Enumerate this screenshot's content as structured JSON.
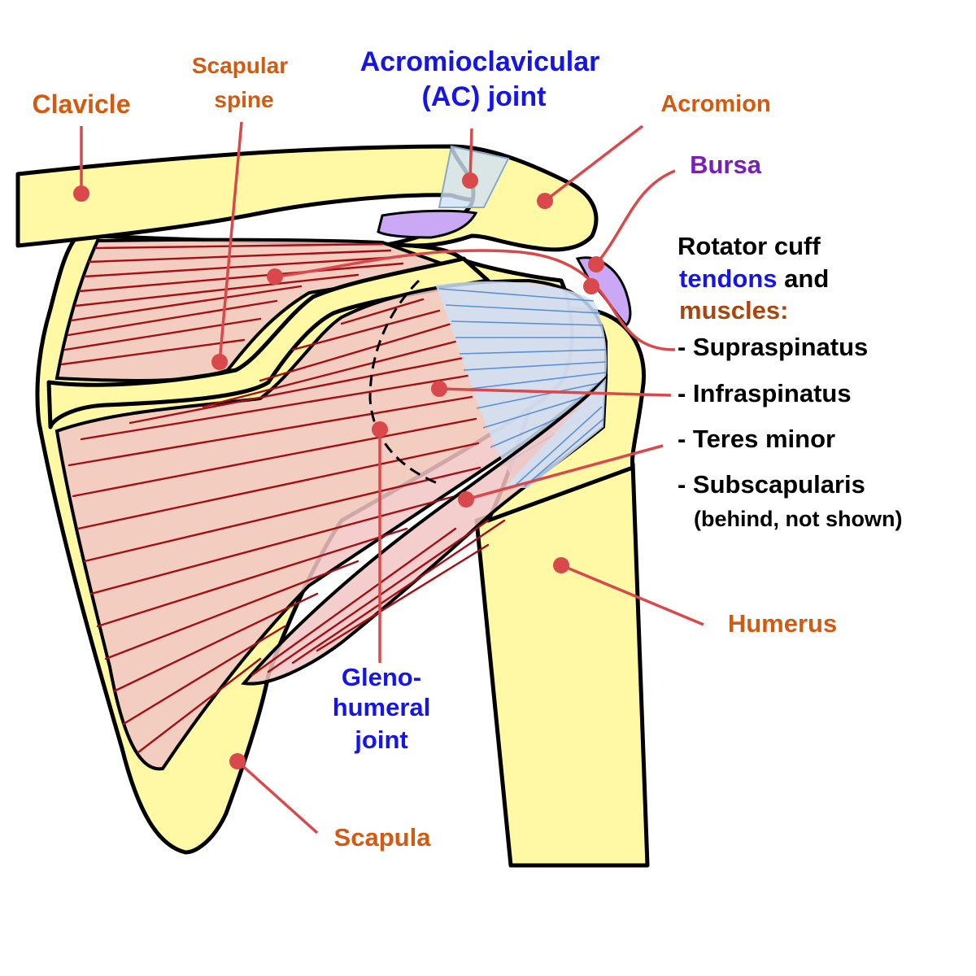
{
  "colors": {
    "bone_label": "#d45a10",
    "joint_label": "#1515e6",
    "bursa_label": "#7a1fb5",
    "muscle_label": "#a8460f",
    "text": "#000000",
    "bone_fill": "#fff9a6",
    "muscle_fill": "#f1c6c3",
    "muscle_fiber": "#a30f14",
    "tendon_fill": "#cfe1f5",
    "tendon_fiber": "#5a8fd8",
    "bursa_fill": "#caa8f5",
    "leader": "#d9484b"
  },
  "labels": {
    "clavicle": "Clavicle",
    "scapular_spine_1": "Scapular",
    "scapular_spine_2": "spine",
    "ac_joint_1": "Acromioclavicular",
    "ac_joint_2": "(AC) joint",
    "acromion": "Acromion",
    "bursa": "Bursa",
    "rotator_cuff_1": "Rotator cuff",
    "rotator_cuff_tendons": "tendons",
    "rotator_cuff_and": " and",
    "rotator_cuff_muscles": "muscles:",
    "supraspinatus": "- Supraspinatus",
    "infraspinatus": "- Infraspinatus",
    "teres_minor": "- Teres minor",
    "subscapularis": "- Subscapularis",
    "subscapularis_note": "(behind, not shown)",
    "humerus": "Humerus",
    "glenohumeral_1": "Gleno-",
    "glenohumeral_2": "humeral",
    "glenohumeral_3": "joint",
    "scapula": "Scapula"
  }
}
